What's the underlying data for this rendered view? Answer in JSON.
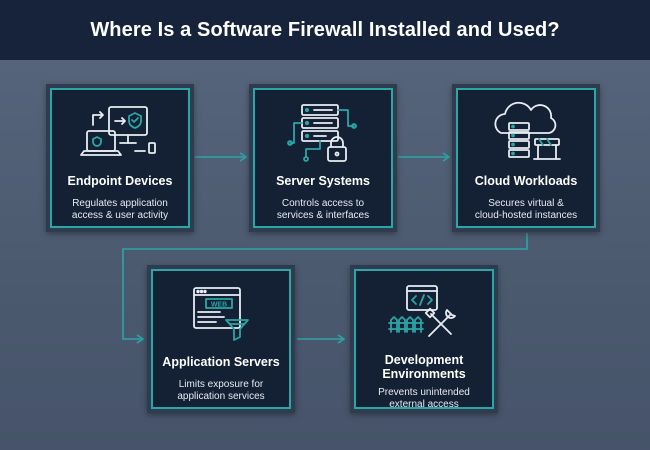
{
  "header": {
    "title": "Where Is a Software Firewall Installed and Used?"
  },
  "cards": [
    {
      "title": [
        "Endpoint Devices"
      ],
      "desc": [
        "Regulates application",
        "access & user activity"
      ],
      "icon": "endpoint-devices-icon"
    },
    {
      "title": [
        "Server Systems"
      ],
      "desc": [
        "Controls access to",
        "services & interfaces"
      ],
      "icon": "server-lock-icon"
    },
    {
      "title": [
        "Cloud Workloads"
      ],
      "desc": [
        "Secures virtual &",
        "cloud-hosted instances"
      ],
      "icon": "cloud-server-icon"
    },
    {
      "title": [
        "Application Servers"
      ],
      "desc": [
        "Limits exposure for",
        "application services"
      ],
      "icon": "web-filter-icon"
    },
    {
      "title": [
        "Development",
        "Environments"
      ],
      "desc": [
        "Prevents unintended",
        "external access"
      ],
      "icon": "code-tools-icon"
    }
  ],
  "colors": {
    "accent": "#2aa6a6",
    "header_bg": "#17233a",
    "card_bg": "#142033",
    "page_bg": "#4a5870"
  }
}
